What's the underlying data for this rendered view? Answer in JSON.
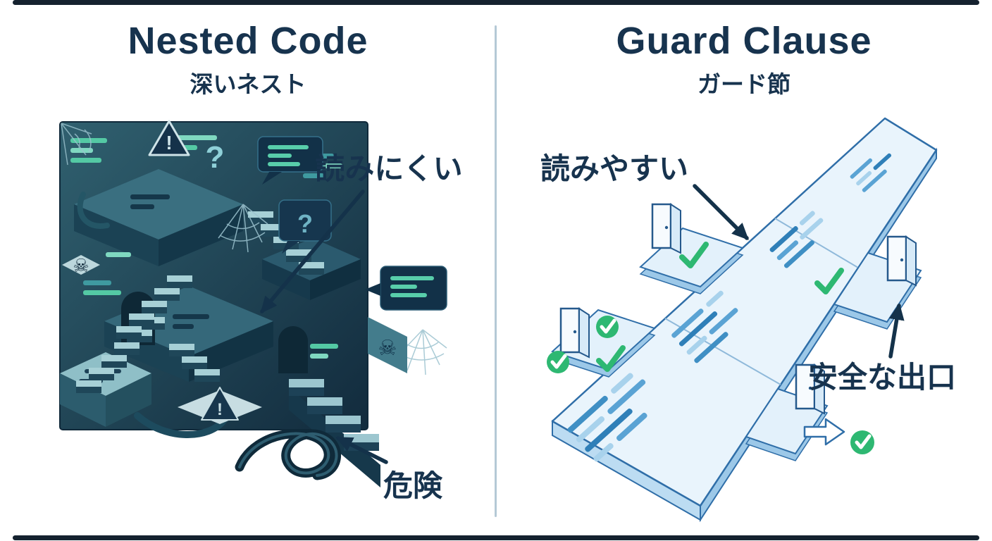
{
  "page": {
    "background": "#ffffff",
    "has_top_border": true,
    "has_bottom_border": true
  },
  "colors": {
    "heading": "#17334e",
    "divider": "#b5c9d6",
    "left_dark": "#132c3e",
    "left_mid_teal": "#35687a",
    "left_light_teal": "#a7d0d6",
    "code_green": "#54c9a4",
    "right_path_top": "#e9f4fc",
    "right_path_side": "#9cc8e8",
    "right_outline": "#2f6ea8",
    "code_blue_dark": "#2f7fb8",
    "code_blue_mid": "#5aa3d4",
    "code_blue_light": "#a8d2ec",
    "success_green": "#2eb872",
    "arrow": "#14324a"
  },
  "left_panel": {
    "title": "Nested Code",
    "subtitle": "深いネスト",
    "annotations": {
      "hard_to_read": "読みにくい",
      "danger": "危険"
    },
    "glyphs": {
      "exclamation": "!",
      "question": "?",
      "skull": "☠"
    }
  },
  "right_panel": {
    "title": "Guard Clause",
    "subtitle": "ガード節",
    "annotations": {
      "easy_to_read": "読みやすい",
      "safe_exit": "安全な出口"
    }
  }
}
